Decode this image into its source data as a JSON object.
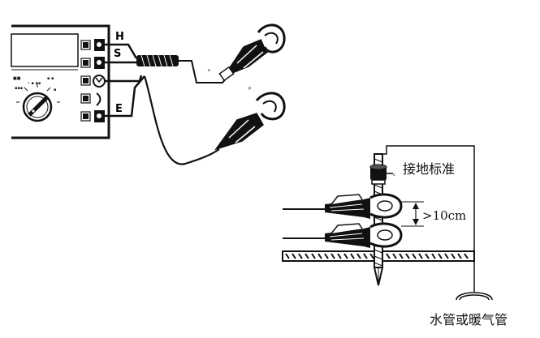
{
  "meter": {
    "terminals": [
      "H",
      "S",
      "E"
    ]
  },
  "clamp_labels": {
    "upper": "e",
    "lower": "p"
  },
  "installation": {
    "ground_standard_label": "接地标准",
    "clamp_spacing_label": ">10cm",
    "pipe_label": "水管或暖气管"
  },
  "colors": {
    "ink": "#111111",
    "paper": "#ffffff"
  }
}
